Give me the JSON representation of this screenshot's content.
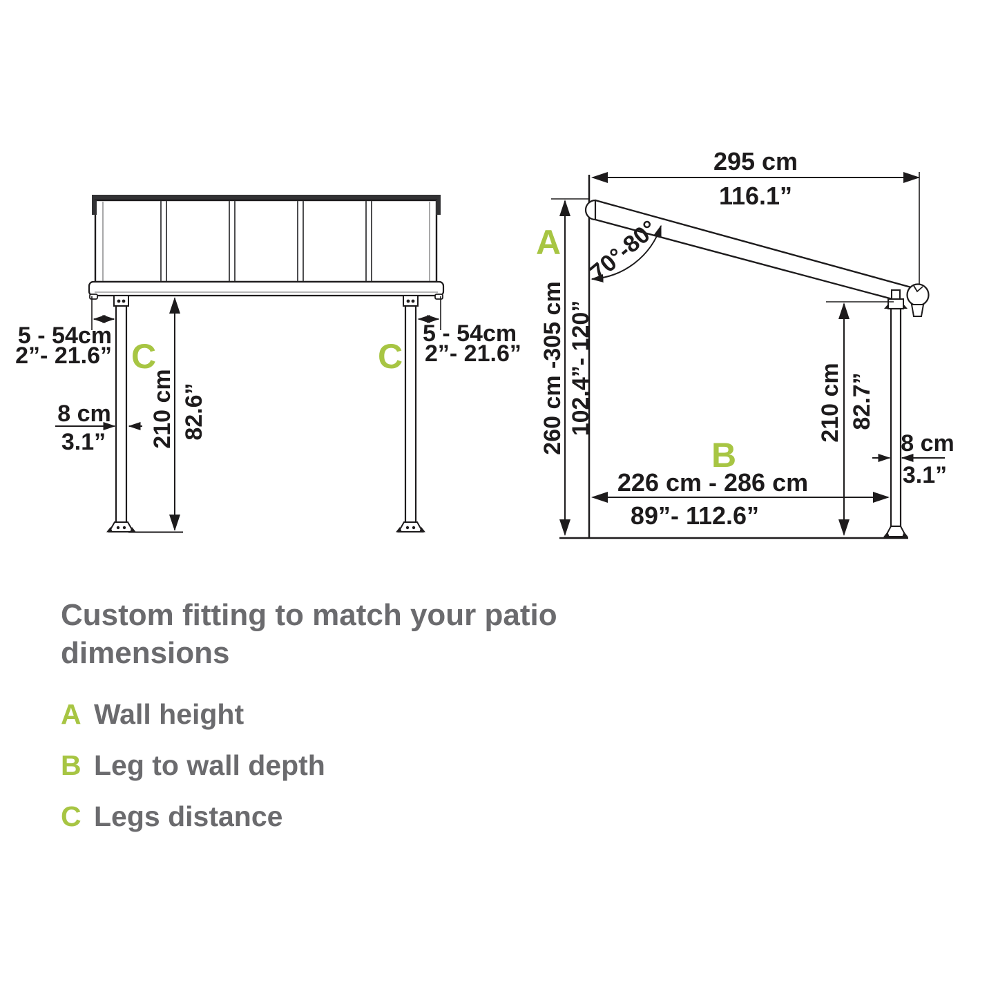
{
  "colors": {
    "accent_green": "#a7c543",
    "text_gray": "#6b6b6e",
    "line_black": "#1d1b1c"
  },
  "front_view": {
    "offset_left_cm": "5 - 54cm",
    "offset_left_in": "2”- 21.6”",
    "offset_right_cm": "5 - 54cm",
    "offset_right_in": "2”- 21.6”",
    "leg_width_cm": "8 cm",
    "leg_width_in": "3.1”",
    "leg_height_cm": "210 cm",
    "leg_height_in": "82.6”",
    "label_c_left": "C",
    "label_c_right": "C"
  },
  "side_view": {
    "roof_width_cm": "295 cm",
    "roof_width_in": "116.1”",
    "label_a": "A",
    "angle_range": "70°-80°",
    "wall_height_cm": "260 cm -305 cm",
    "wall_height_in": "102.4”- 120”",
    "leg_height_cm": "210 cm",
    "leg_height_in": "82.7”",
    "leg_width_cm": "8 cm",
    "leg_width_in": "3.1”",
    "label_b": "B",
    "depth_cm": "226 cm - 286 cm",
    "depth_in": "89”- 112.6”"
  },
  "legend": {
    "title_line1": "Custom fitting to match your patio",
    "title_line2": "dimensions",
    "items": [
      {
        "letter": "A",
        "label": "Wall height"
      },
      {
        "letter": "B",
        "label": "Leg to wall depth"
      },
      {
        "letter": "C",
        "label": "Legs distance"
      }
    ]
  }
}
